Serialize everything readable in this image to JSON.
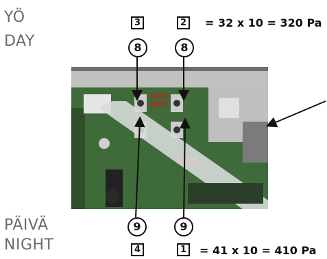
{
  "labels": {
    "yo": "YÖ",
    "day": "DAY",
    "paiva": "PÄIVÄ",
    "night": "NIGHT"
  },
  "top": {
    "box_a": "3",
    "box_b": "2",
    "equation": "= 32 x 10 = 320 Pa",
    "circle_a": "8",
    "circle_b": "8"
  },
  "bottom": {
    "box_a": "4",
    "box_b": "1",
    "equation": "= 41 x 10 = 410 Pa",
    "circle_a": "9",
    "circle_b": "9"
  }
}
